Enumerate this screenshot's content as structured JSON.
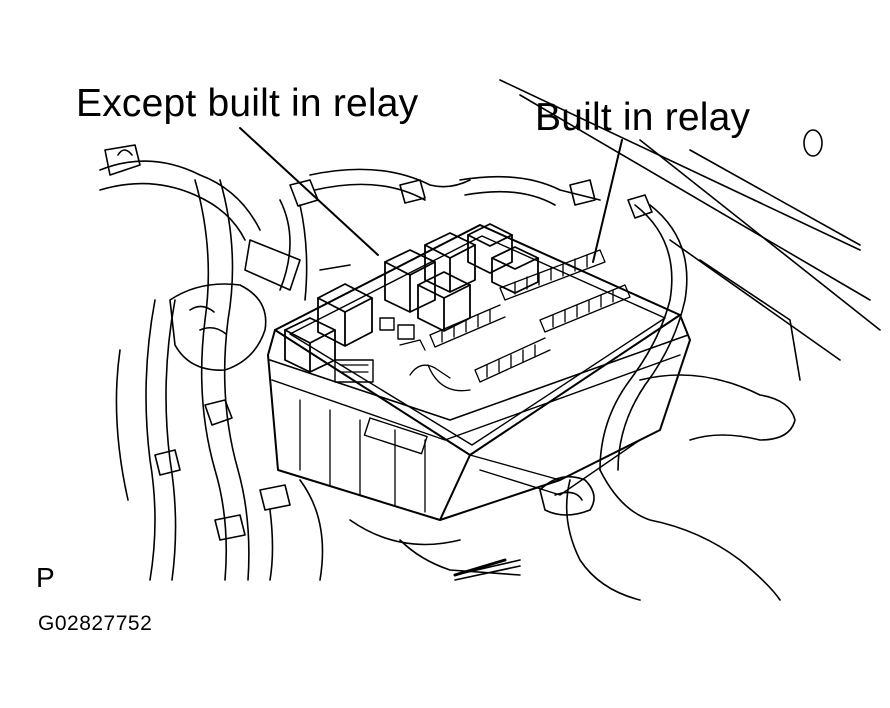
{
  "labels": {
    "except_built_in_relay": "Except built in relay",
    "built_in_relay": "Built in relay"
  },
  "marks": {
    "position_code": "P",
    "figure_id": "G02827752"
  }
}
